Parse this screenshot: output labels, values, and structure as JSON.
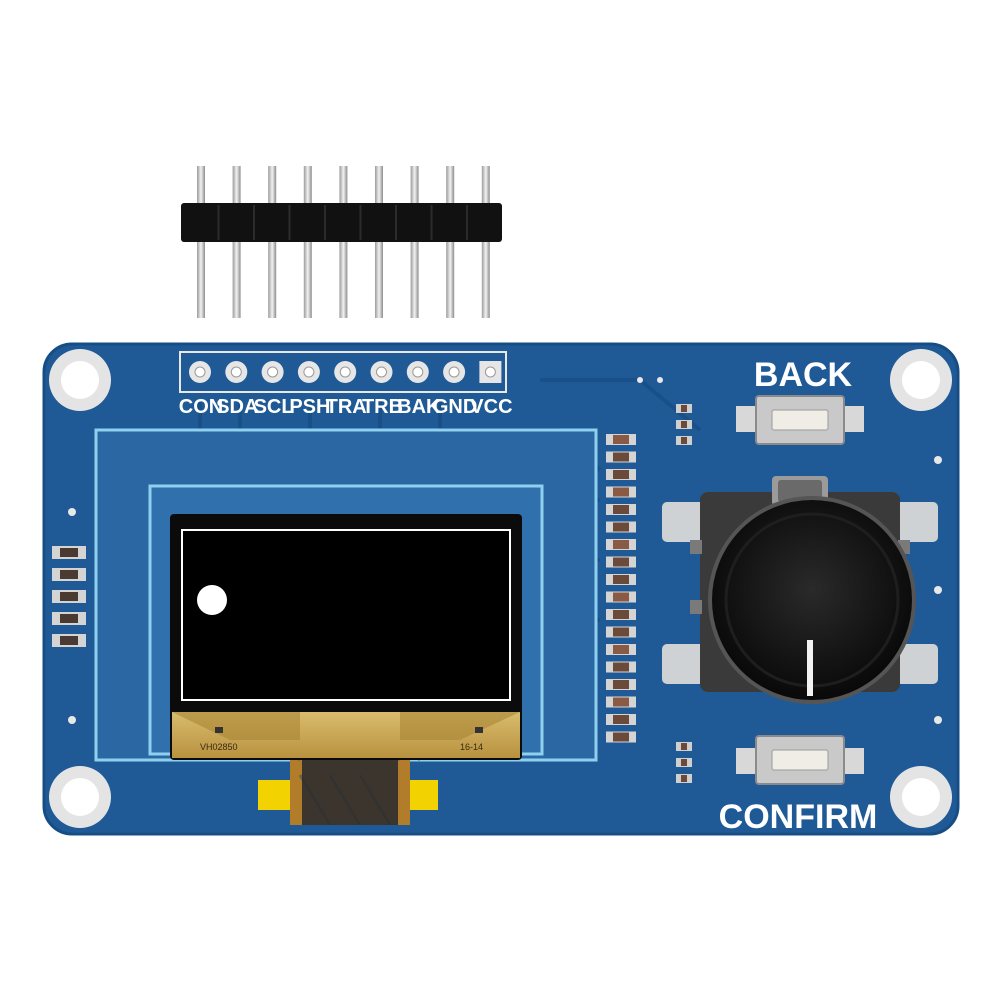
{
  "header_pins": {
    "labels": [
      "CON",
      "SDA",
      "SCL",
      "PSH",
      "TRA",
      "TRB",
      "BAK",
      "GND",
      "VCC"
    ]
  },
  "buttons": {
    "back_label": "BACK",
    "confirm_label": "CONFIRM"
  },
  "oled": {
    "flex_code_left": "VH02850",
    "flex_code_right": "16-14"
  },
  "colors": {
    "pcb": "#1f5a96",
    "pcb_edge": "#174d85",
    "silkscreen": "#ffffff",
    "display": "#000000",
    "flex_cable": "#c9a552",
    "knob": "#111111"
  }
}
